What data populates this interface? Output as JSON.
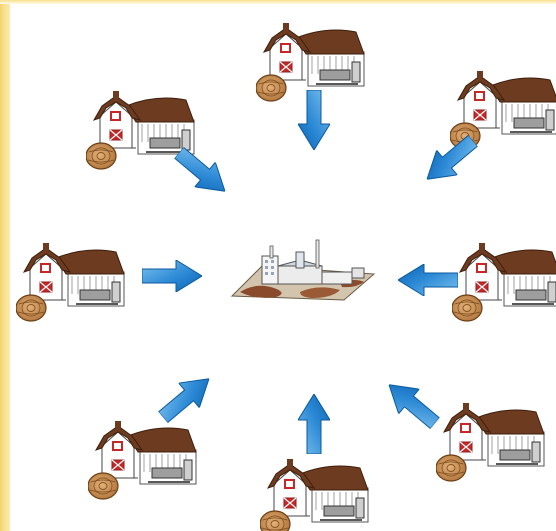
{
  "colors": {
    "barn_red": "#c62828",
    "roof_brown": "#6d3b1f",
    "hay": "#c9894a",
    "arrow_light": "#7fc2ee",
    "arrow_dark": "#0a63b0",
    "background": "#ffffff",
    "border_gold": "#f3d36b"
  },
  "icons": {
    "farm": "barn-with-hay-bale-icon",
    "plant": "processing-plant-icon",
    "arrow": "flow-arrow-icon"
  },
  "diagram": {
    "center": "processing-plant",
    "farm_count": 8,
    "flow_direction": "farms-to-plant"
  }
}
